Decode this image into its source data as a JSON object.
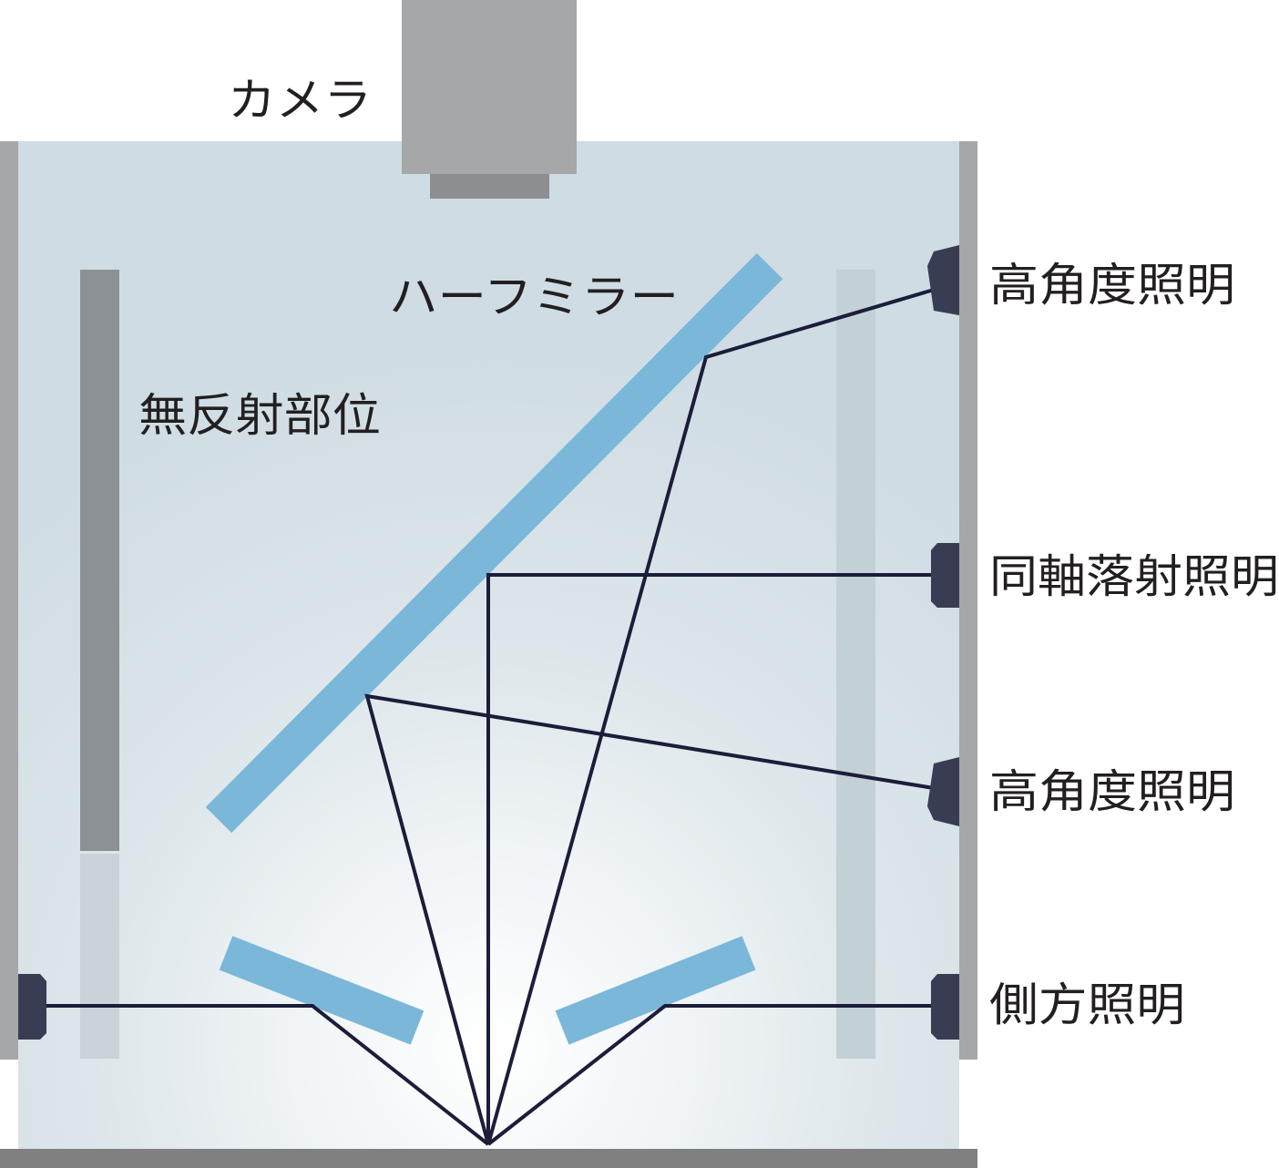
{
  "labels": {
    "camera": "カメラ",
    "half_mirror": "ハーフミラー",
    "non_reflective": "無反射部位",
    "high_angle_top": "高角度照明",
    "coaxial": "同軸落射照明",
    "high_angle_bottom": "高角度照明",
    "side": "側方照明"
  },
  "colors": {
    "housing_wall": "#a5a7a9",
    "camera_body": "#a5a7a9",
    "camera_lens": "#8d8e90",
    "mirror": "#7ab7d8",
    "light_ray": "#1b1d3a",
    "light_source": "#383d54",
    "non_reflective_dark": "#8b9194",
    "non_reflective_light": "#c9d3d8",
    "base": "#808080"
  }
}
